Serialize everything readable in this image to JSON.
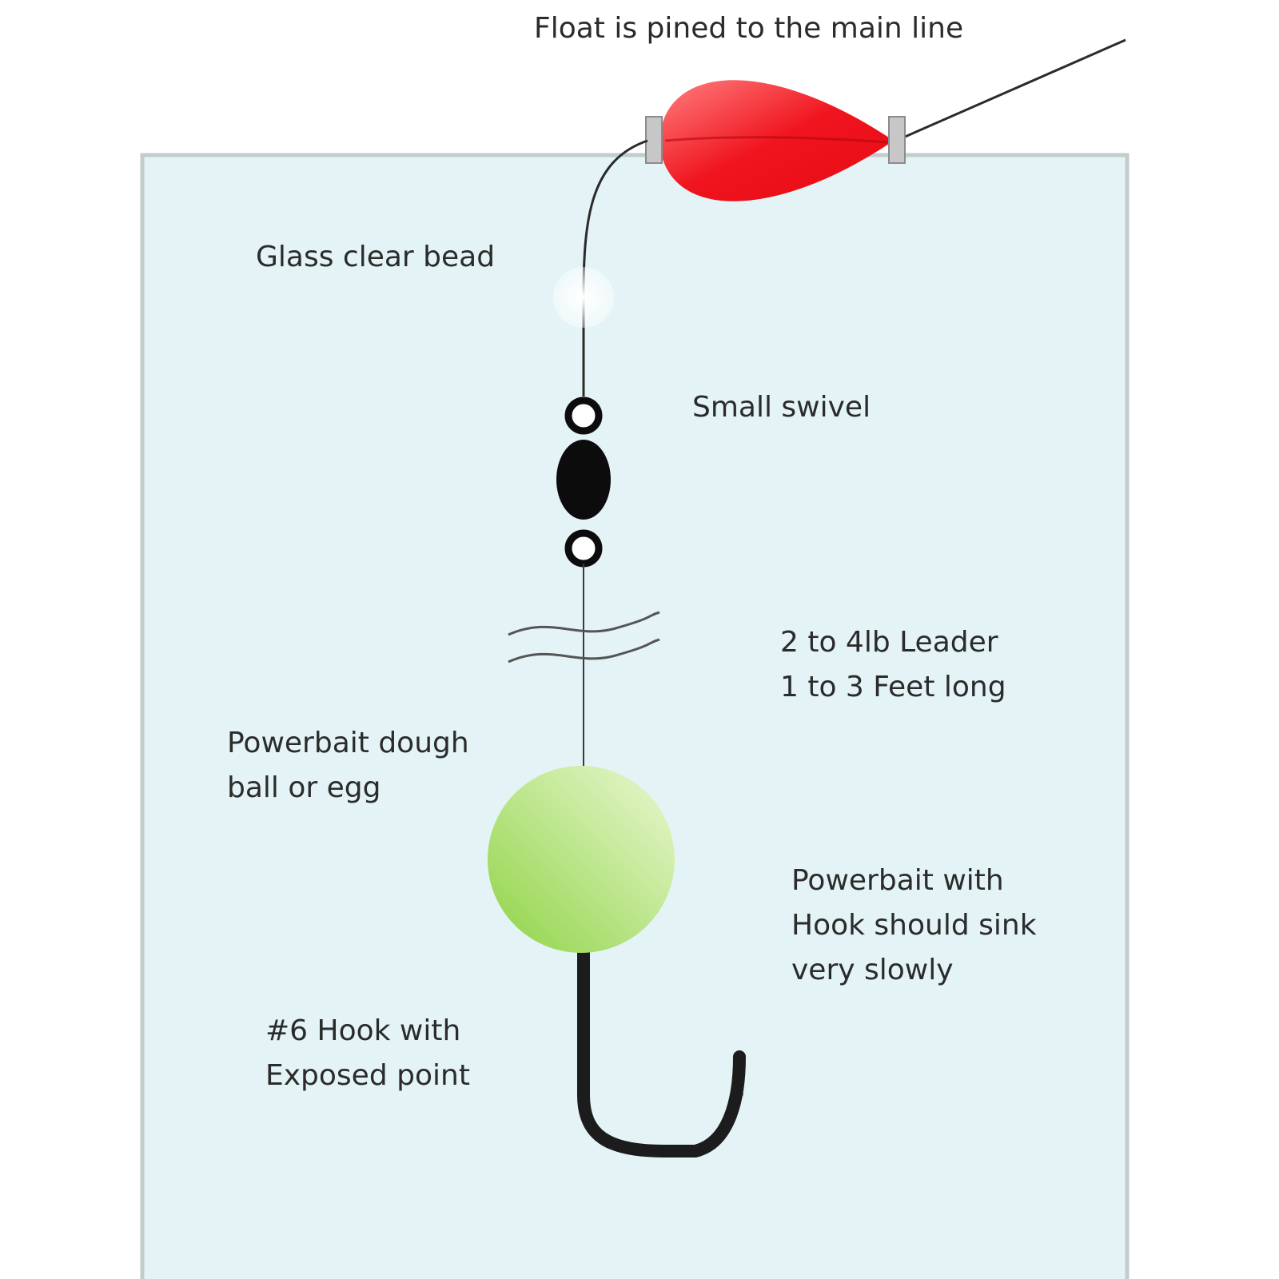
{
  "colors": {
    "water": "#e4f4f6",
    "water_border": "#c3cccd",
    "float": "#f0141e",
    "bait": "#a6dd5c",
    "line": "#2b2b2b",
    "swivel": "#0c0c0c"
  },
  "labels": {
    "float": "Float is pined to the main line",
    "bead": "Glass clear bead",
    "swivel": "Small swivel",
    "leader": [
      "2 to 4lb Leader",
      "1 to 3 Feet long"
    ],
    "bait": [
      "Powerbait dough",
      "ball or egg"
    ],
    "sink": [
      "Powerbait with",
      "Hook should sink",
      "very slowly"
    ],
    "hook": [
      "#6 Hook with",
      "Exposed point"
    ]
  }
}
